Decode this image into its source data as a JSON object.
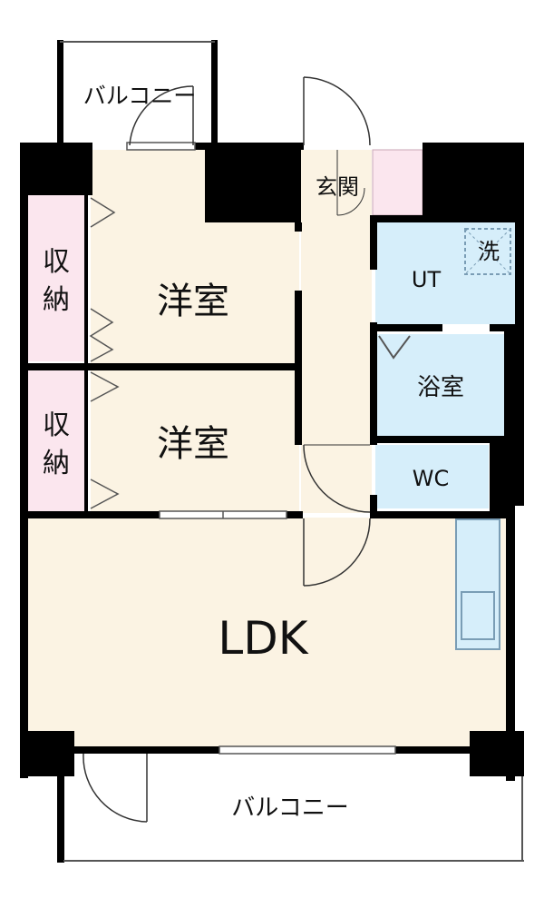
{
  "floorplan": {
    "colors": {
      "room_fill": "#fbf3e3",
      "wet_fill": "#d6eefa",
      "storage_fill": "#fbe6ee",
      "wall": "#000000",
      "fixture_line": "#7a9db5"
    },
    "rooms": {
      "balcony_top": "バルコニー",
      "entrance": "玄関",
      "western_room_1": "洋室",
      "western_room_2": "洋室",
      "storage_1": "収\n納",
      "storage_2": "収\n納",
      "utility": "UT",
      "washer": "洗",
      "bathroom": "浴室",
      "toilet": "WC",
      "ldk": "LDK",
      "balcony_bottom": "バルコニー"
    }
  }
}
